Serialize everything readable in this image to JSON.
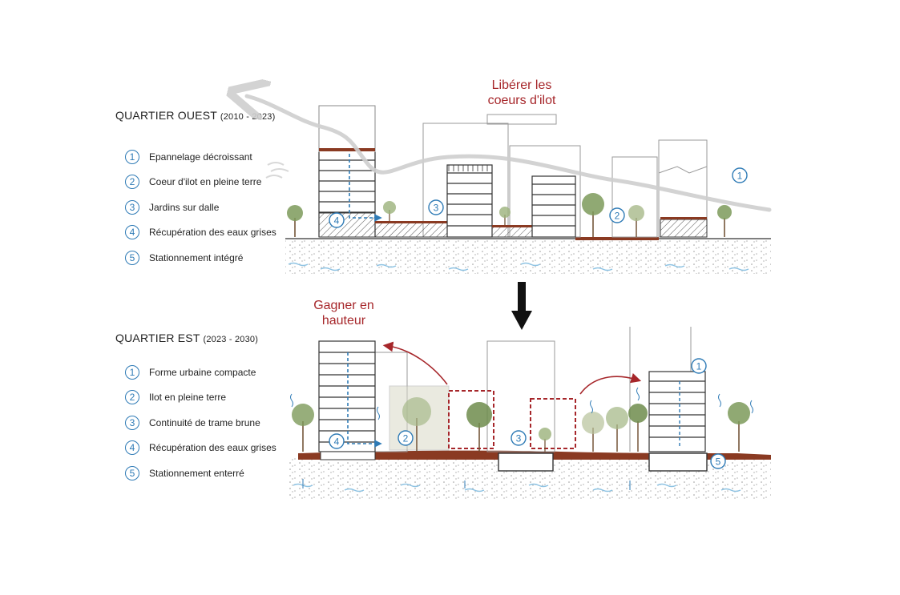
{
  "west": {
    "title": "QUARTIER OUEST",
    "period": "(2010 - 2023)",
    "callout_line1": "Libérer les",
    "callout_line2": "coeurs d'ilot",
    "legend": [
      {
        "num": "1",
        "label": "Epannelage décroissant"
      },
      {
        "num": "2",
        "label": "Coeur d'ilot en pleine terre"
      },
      {
        "num": "3",
        "label": "Jardins sur dalle"
      },
      {
        "num": "4",
        "label": "Récupération des eaux grises"
      },
      {
        "num": "5",
        "label": "Stationnement intégré"
      }
    ],
    "markers": [
      "1",
      "2",
      "3",
      "4"
    ]
  },
  "east": {
    "title": "QUARTIER EST",
    "period": "(2023 - 2030)",
    "callout_line1": "Gagner en",
    "callout_line2": "hauteur",
    "legend": [
      {
        "num": "1",
        "label": "Forme urbaine compacte"
      },
      {
        "num": "2",
        "label": "Ilot en pleine terre"
      },
      {
        "num": "3",
        "label": "Continuité de trame brune"
      },
      {
        "num": "4",
        "label": "Récupération des eaux grises"
      },
      {
        "num": "5",
        "label": "Stationnement enterré"
      }
    ],
    "markers": [
      "1",
      "2",
      "3",
      "4",
      "5"
    ]
  },
  "colors": {
    "accent_red": "#a6262a",
    "marker_blue": "#2f7bb6",
    "ground_brown": "#8a3a22",
    "foliage_green": "#7d9a5a",
    "wind_gray": "#cfcfcf",
    "line_gray": "#9a9a9a"
  },
  "icons": [
    "wind-arrow-icon",
    "down-arrow-icon",
    "tree-icon",
    "water-drop-icon",
    "height-arrow-icon"
  ]
}
